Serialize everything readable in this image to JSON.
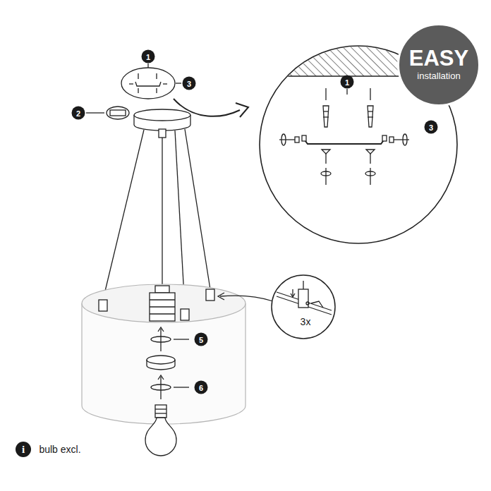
{
  "diagram": {
    "nodes": [
      {
        "text": [
          "EASY",
          "installation"
        ]
      }
    ],
    "labels": [
      "1",
      "3",
      "2",
      "1",
      "3",
      "3x",
      "5",
      "6",
      "i",
      "bulb excl."
    ]
  }
}
